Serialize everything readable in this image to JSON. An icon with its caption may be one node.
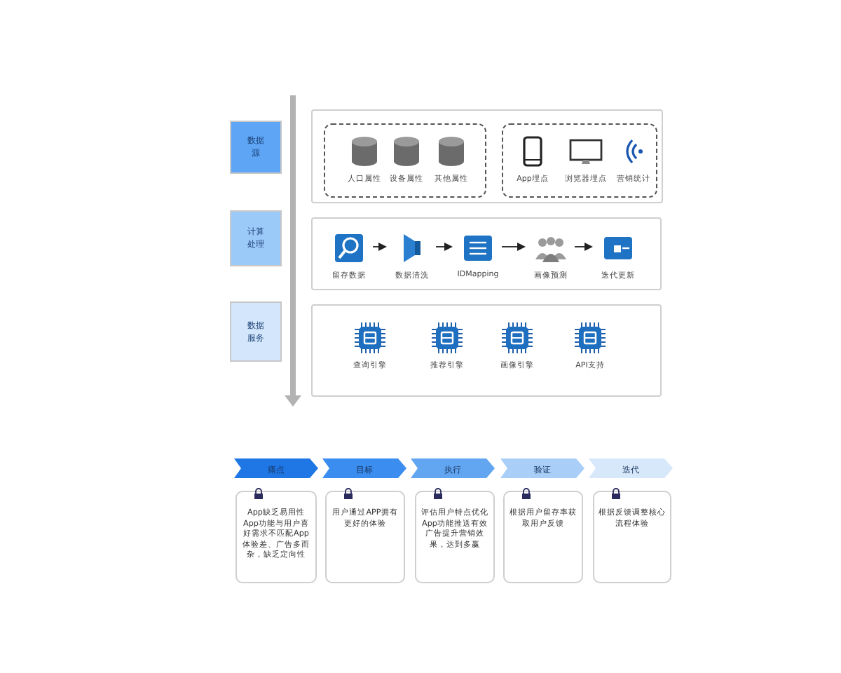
{
  "diagram": {
    "nodes": [
      {
        "text": [
          "数据源"
        ]
      },
      {
        "text": [],
        "shape": "box"
      },
      {
        "text": [],
        "shape": "box",
        "in": 1
      },
      {
        "text": [
          "人口属性"
        ],
        "in": 2
      },
      {
        "text": [
          "设备属性"
        ],
        "in": 2
      },
      {
        "text": [
          "其他属性"
        ],
        "in": 2
      },
      {
        "text": [],
        "shape": "box",
        "in": 1
      },
      {
        "text": [
          "App埋点"
        ],
        "in": 6
      },
      {
        "text": [
          "浏览器埋点"
        ],
        "in": 6
      },
      {
        "text": [
          "营销统计"
        ],
        "in": 6
      },
      {
        "text": [
          "计算处理"
        ]
      },
      {
        "text": [],
        "shape": "box"
      },
      {
        "text": [
          "留存数据"
        ],
        "in": 11
      },
      {
        "text": [
          "数据清洗"
        ],
        "in": 11
      },
      {
        "text": [
          "IDMapping"
        ],
        "in": 11
      },
      {
        "text": [
          "画像预测"
        ],
        "in": 11
      },
      {
        "text": [
          "迭代更新"
        ],
        "in": 11
      },
      {
        "text": [
          "数据服务"
        ]
      },
      {
        "text": [],
        "shape": "box"
      },
      {
        "text": [
          "查询引擎"
        ],
        "in": 18
      },
      {
        "text": [
          "推荐引擎"
        ],
        "in": 18
      },
      {
        "text": [
          "画像引擎"
        ],
        "in": 18
      },
      {
        "text": [
          "API支持"
        ],
        "in": 18
      },
      {
        "text": [
          "痛点"
        ]
      },
      {
        "text": [
          "目标"
        ]
      },
      {
        "text": [
          "执行"
        ]
      },
      {
        "text": [
          "验证"
        ]
      },
      {
        "text": [
          "迭代"
        ]
      },
      {
        "text": [
          "App缺乏易用性App功能与用户喜好需求不匹配App体验差、广告多而杂，缺乏定向性"
        ]
      },
      {
        "text": [
          "用户通过APP拥有更好的体验"
        ]
      },
      {
        "text": [
          "评估用户特点优化App功能推送有效广告提升营销效果，达到多赢"
        ]
      },
      {
        "text": [
          "根据用户留存率获取用户反馈"
        ]
      },
      {
        "text": [
          "根据反馈调整核心流程体验"
        ]
      }
    ],
    "edges": [
      {
        "from": 12,
        "to": 13,
        "arrow": "to"
      },
      {
        "from": 13,
        "to": 14,
        "arrow": "to"
      },
      {
        "from": 14,
        "to": 15,
        "arrow": "to"
      },
      {
        "from": 15,
        "to": 16,
        "arrow": "to"
      }
    ]
  }
}
